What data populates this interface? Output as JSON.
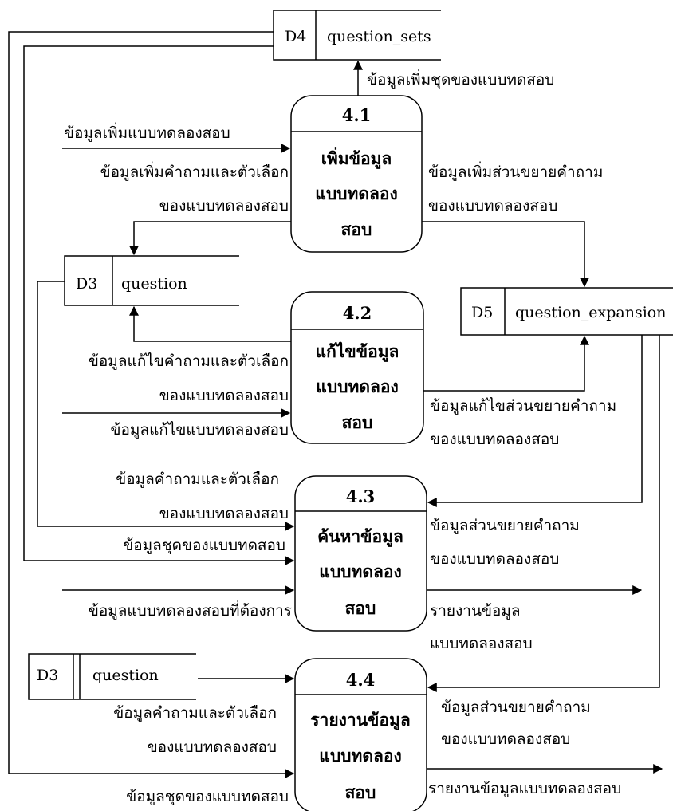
{
  "stores": {
    "d4": {
      "id": "D4",
      "name": "question_sets"
    },
    "d3a": {
      "id": "D3",
      "name": "question"
    },
    "d5": {
      "id": "D5",
      "name": "question_expansion"
    },
    "d3b": {
      "id": "D3",
      "name": "question"
    }
  },
  "processes": {
    "p1": {
      "number": "4.1",
      "lines": [
        "เพิ่มข้อมูล",
        "แบบทดลอง",
        "สอบ"
      ]
    },
    "p2": {
      "number": "4.2",
      "lines": [
        "แก้ไขข้อมูล",
        "แบบทดลอง",
        "สอบ"
      ]
    },
    "p3": {
      "number": "4.3",
      "lines": [
        "ค้นหาข้อมูล",
        "แบบทดลอง",
        "สอบ"
      ]
    },
    "p4": {
      "number": "4.4",
      "lines": [
        "รายงานข้อมูล",
        "แบบทดลอง",
        "สอบ"
      ]
    }
  },
  "flows": {
    "add_set": "ข้อมูลเพิ่มชุดของแบบทดสอบ",
    "add_test": "ข้อมูลเพิ่มแบบทดลองสอบ",
    "add_question_l1": "ข้อมูลเพิ่มคำถามและตัวเลือก",
    "add_question_l2": "ของแบบทดลองสอบ",
    "add_expansion_l1": "ข้อมูลเพิ่มส่วนขยายคำถาม",
    "add_expansion_l2": "ของแบบทดลองสอบ",
    "edit_question_l1": "ข้อมูลแก้ไขคำถามและตัวเลือก",
    "edit_question_l2": "ของแบบทดลองสอบ",
    "edit_test": "ข้อมูลแก้ไขแบบทดลองสอบ",
    "edit_expansion_l1": "ข้อมูลแก้ไขส่วนขยายคำถาม",
    "edit_expansion_l2": "ของแบบทดลองสอบ",
    "search_question_l1": "ข้อมูลคำถามและตัวเลือก",
    "search_question_l2": "ของแบบทดลองสอบ",
    "search_set": "ข้อมูลชุดของแบบทดสอบ",
    "search_want": "ข้อมูลแบบทดลองสอบที่ต้องการ",
    "search_expansion_l1": "ข้อมูลส่วนขยายคำถาม",
    "search_expansion_l2": "ของแบบทดลองสอบ",
    "search_report_l1": "รายงานข้อมูล",
    "search_report_l2": "แบบทดลองสอบ",
    "report_question_l1": "ข้อมูลคำถามและตัวเลือก",
    "report_question_l2": "ของแบบทดลองสอบ",
    "report_expansion_l1": "ข้อมูลส่วนขยายคำถาม",
    "report_expansion_l2": "ของแบบทดลองสอบ",
    "report_set": "ข้อมูลชุดของแบบทดสอบ",
    "report_out": "รายงานข้อมูลแบบทดลองสอบ"
  }
}
